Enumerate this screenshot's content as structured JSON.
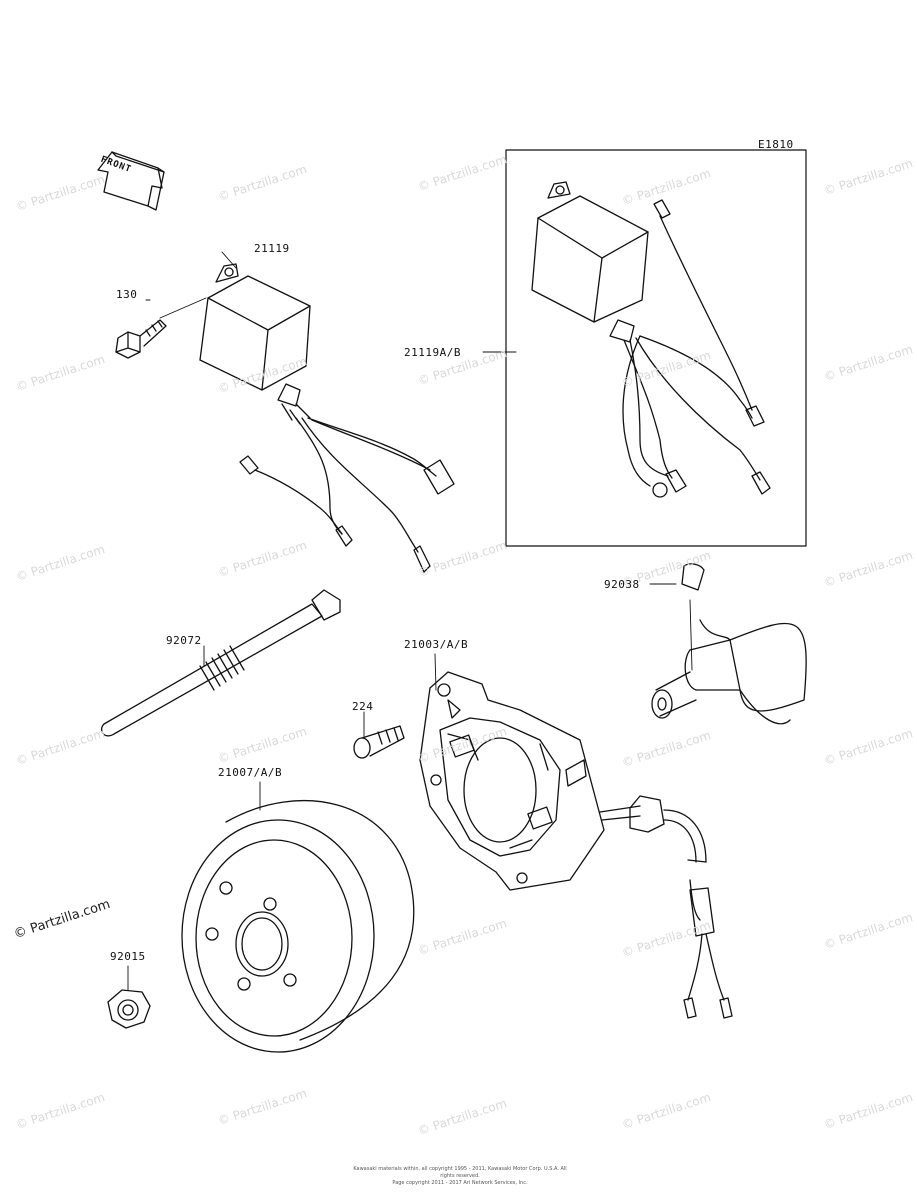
{
  "diagram_code": "E1810",
  "front_label": "FRONT",
  "part_labels": {
    "p21119": "21119",
    "p130": "130",
    "p21119ab": "21119A/B",
    "p92038": "92038",
    "p92072": "92072",
    "p21003ab": "21003/A/B",
    "p224": "224",
    "p21007ab": "21007/A/B",
    "p92015": "92015"
  },
  "watermark": "© Partzilla.com",
  "copyright": [
    "Kawasaki materials within, all copyright 1995 - 2011, Kawasaki Motor Corp. U.S.A. All rights reserved.",
    "Page copyright 2011 - 2017 Ari Network Services, Inc."
  ]
}
